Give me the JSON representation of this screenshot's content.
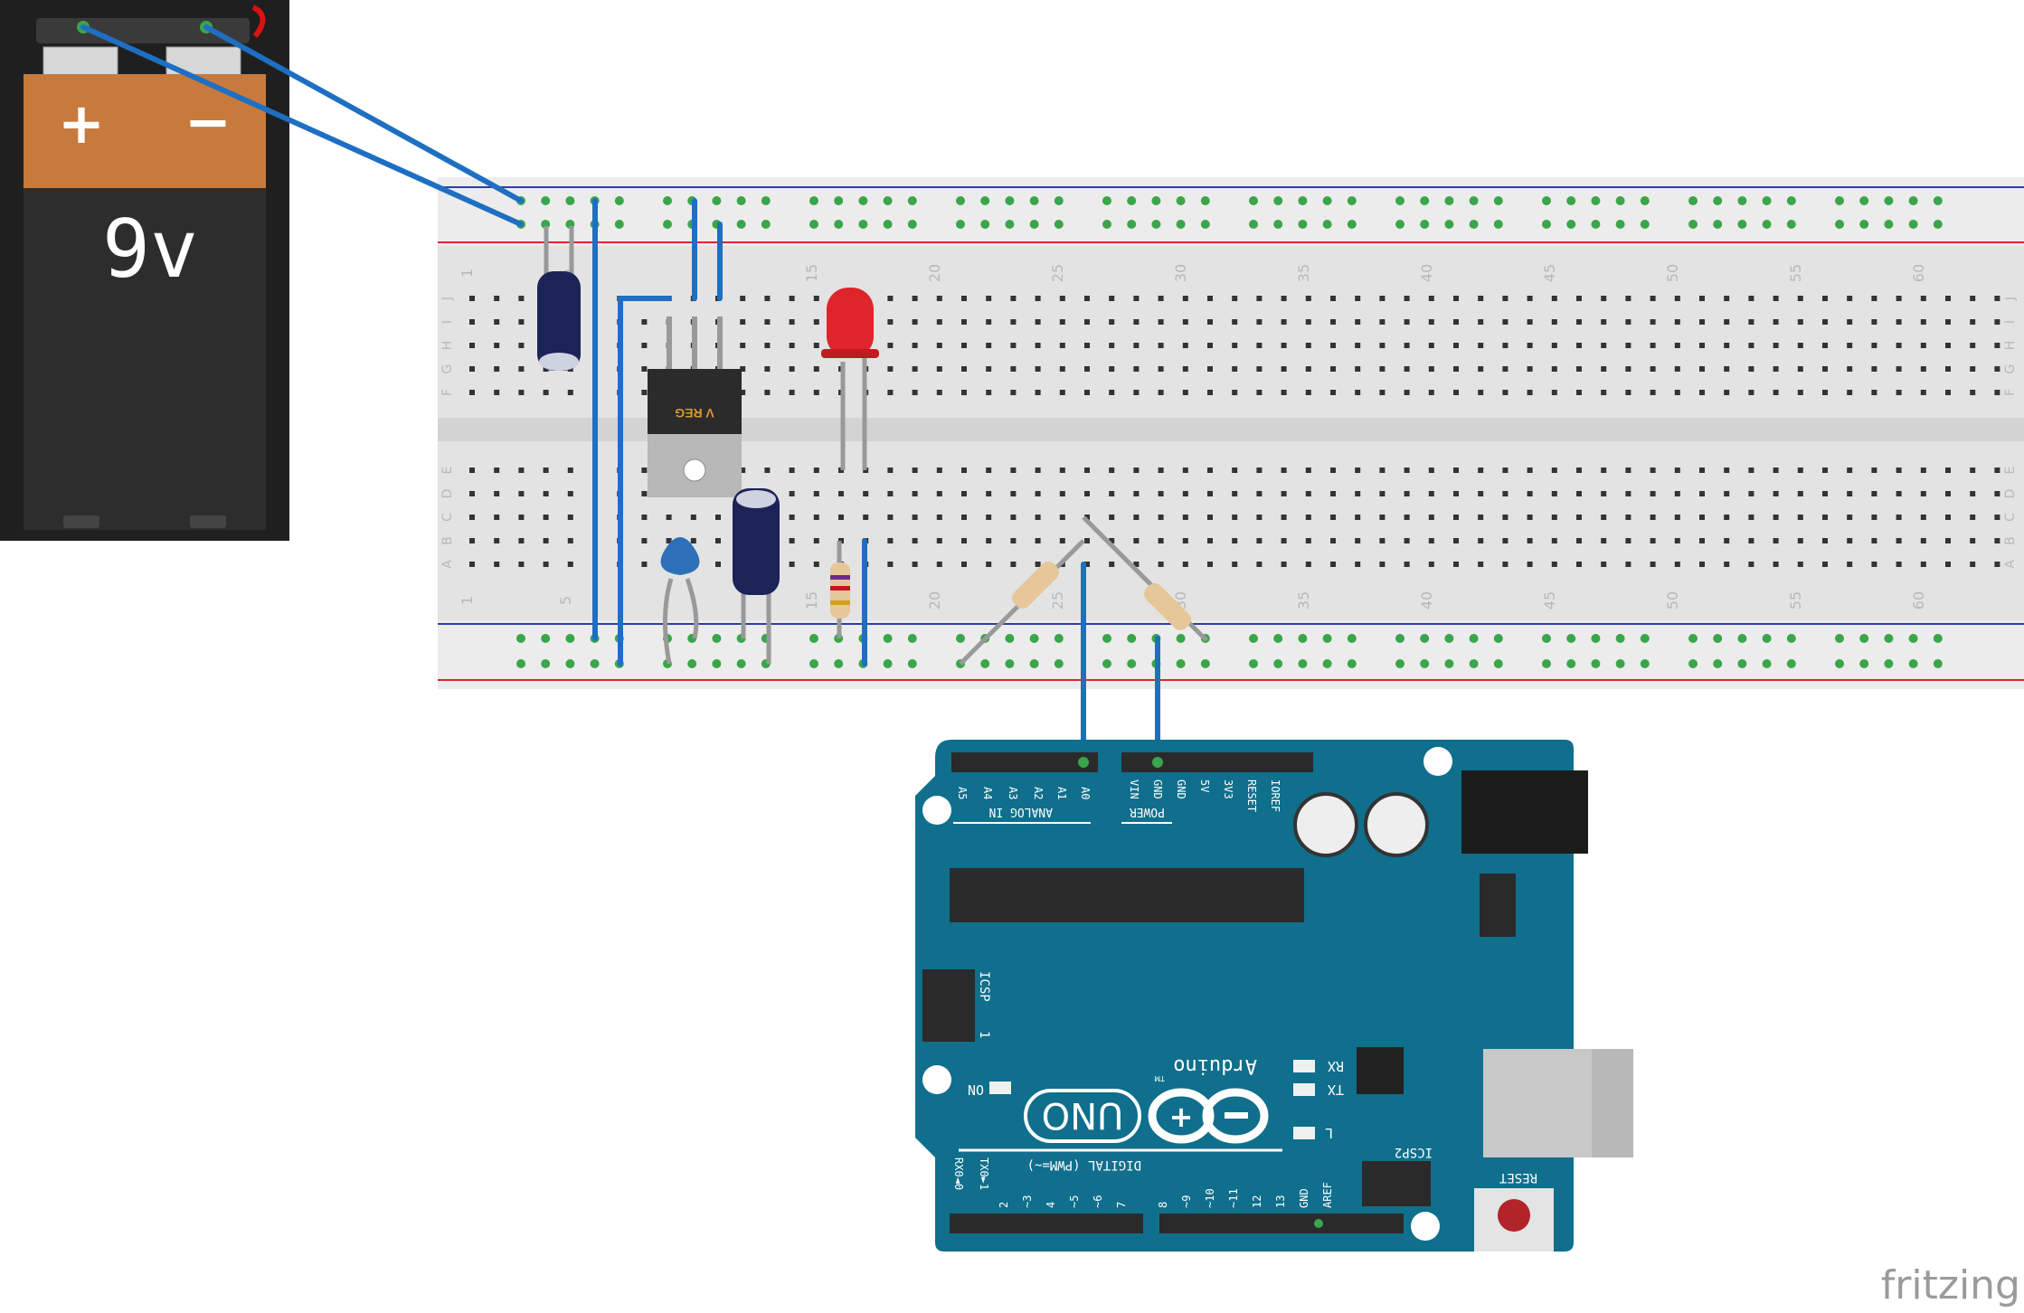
{
  "battery": {
    "voltage_label": "9v",
    "plus_symbol": "+",
    "minus_symbol": "−"
  },
  "breadboard": {
    "column_numbers": [
      "1",
      "5",
      "15",
      "20",
      "25",
      "30",
      "35",
      "40",
      "45",
      "50",
      "55",
      "60"
    ],
    "top_row_letters": [
      "J",
      "I",
      "H",
      "G",
      "F"
    ],
    "bottom_row_letters": [
      "E",
      "D",
      "C",
      "B",
      "A"
    ]
  },
  "regulator": {
    "label": "V REG"
  },
  "arduino": {
    "analog_header_label": "ANALOG IN",
    "power_header_label": "POWER",
    "analog_pins": [
      "A5",
      "A4",
      "A3",
      "A2",
      "A1",
      "A0"
    ],
    "power_pins": [
      "VIN",
      "GND",
      "GND",
      "5V",
      "3V3",
      "RESET",
      "IOREF"
    ],
    "icsp_label": "ICSP",
    "icsp_pin1": "1",
    "icsp2_label": "ICSP2",
    "on_label": "ON",
    "rx_label": "RX",
    "tx_label": "TX",
    "l_label": "L",
    "brand_label": "Arduino",
    "tm_label": "TM",
    "model_label": "UNO",
    "reset_label": "RESET",
    "digital_label": "DIGITAL (PWM=~)",
    "rx0_label": "RX0◄0",
    "tx0_label": "TX0►1",
    "digital_pins": [
      "2",
      "~3",
      "4",
      "~5",
      "~6",
      "7",
      "8",
      "~9",
      "~10",
      "~11",
      "12",
      "13",
      "GND",
      "AREF"
    ]
  },
  "watermark": {
    "text": "fritzing"
  },
  "colors": {
    "wire": "#1e6fc2",
    "breadboard": "#e3e3e3",
    "rail_red": "#d9272e",
    "rail_blue": "#2c3ea8",
    "arduino": "#0f6f8c",
    "battery_orange": "#c77a3c",
    "battery_black": "#2a2a2a",
    "led": "#e0242b",
    "pin_green": "#3aa54a"
  }
}
